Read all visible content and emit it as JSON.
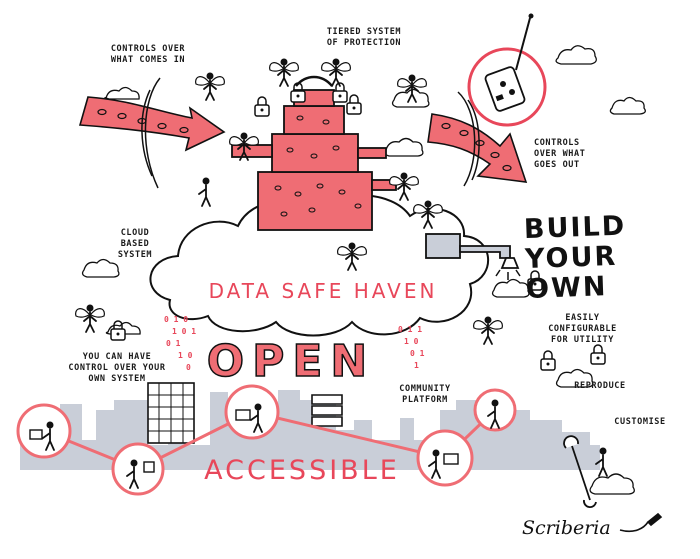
{
  "labels": {
    "controls_in": "CONTROLS OVER\nWHAT COMES IN",
    "tiered": "TIERED SYSTEM\nOF PROTECTION",
    "controls_out": "CONTROLS\nOVER WHAT\nGOES OUT",
    "cloud_based": "CLOUD\nBASED\nSYSTEM",
    "build": "BUILD YOUR\nOWN",
    "haven": "DATA SAFE HAVEN",
    "easily": "EASILY\nCONFIGURABLE\nFOR UTILITY",
    "control_own": "YOU CAN HAVE\nCONTROL OVER YOUR\nOWN SYSTEM",
    "open": "OPEN",
    "community": "COMMUNITY\nPLATFORM",
    "reproduce": "REPRODUCE",
    "customise": "CUSTOMISE",
    "accessible": "ACCESSIBLE",
    "brand": "Scriberia"
  },
  "colors": {
    "accent": "#ef6d74",
    "accent_dark": "#e8475a",
    "ink": "#111111",
    "city": "#c9ced8"
  }
}
